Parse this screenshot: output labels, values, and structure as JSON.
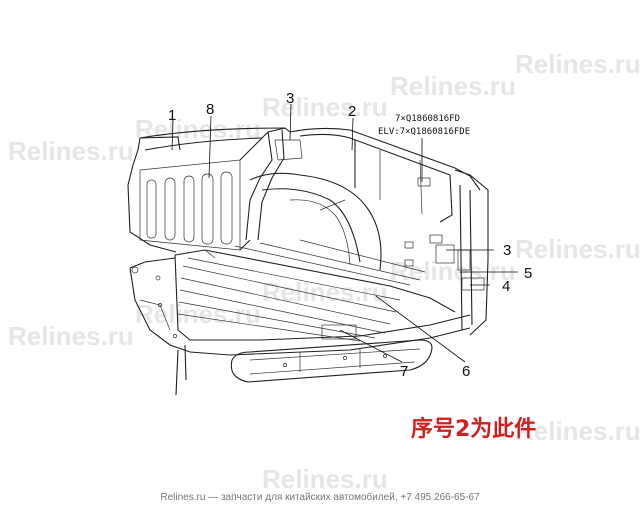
{
  "watermark": "Relines.ru",
  "callouts": {
    "c1": "1",
    "c8": "8",
    "c3_top": "3",
    "c2": "2",
    "c3_right": "3",
    "c5": "5",
    "c4": "4",
    "c6": "6",
    "c7": "7"
  },
  "part_codes": {
    "line1": "7×Q1860816FD",
    "line2": "ELV:7×Q1860816FDE"
  },
  "note": "序号2为此件",
  "footer": "Relines.ru — запчасти для китайских автомобилей, +7 495 266-65-67",
  "colors": {
    "note": "#d21e1e",
    "linework": "#222222",
    "watermark": "#d2d2d2"
  }
}
